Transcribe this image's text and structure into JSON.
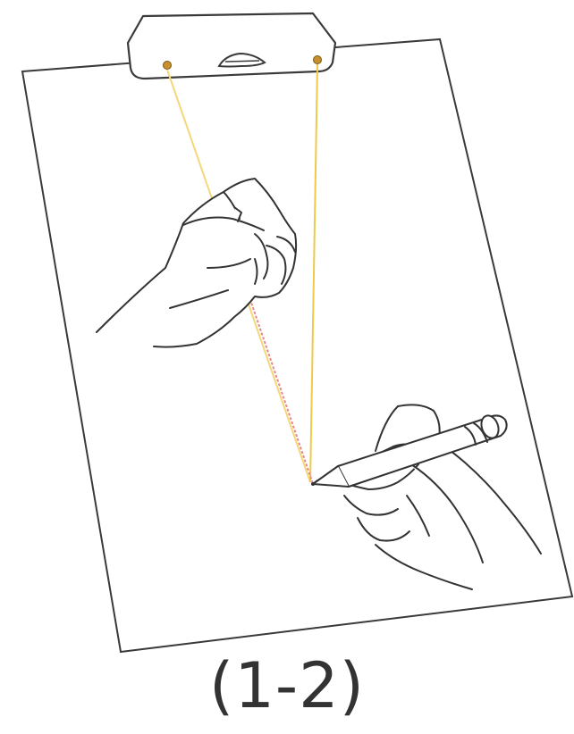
{
  "figure": {
    "caption": "(1-2)",
    "colors": {
      "outline": "#333333",
      "beam_left": "#f5d77a",
      "beam_right": "#f0c94a",
      "beam_to_pen": "#e8878a",
      "sensor_dot": "#c7902a",
      "paper_fill": "#ffffff"
    },
    "icons": [
      "clip-device",
      "left-hand",
      "right-hand-holding-pen",
      "pen",
      "paper-sheet"
    ]
  }
}
